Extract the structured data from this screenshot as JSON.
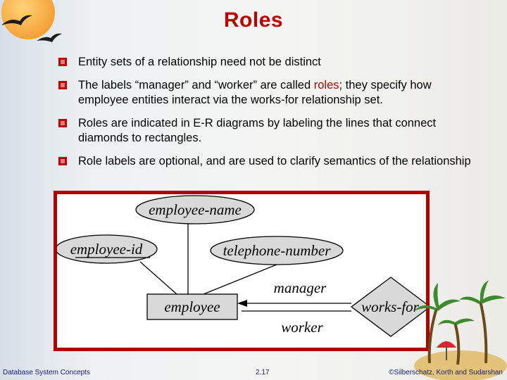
{
  "slide": {
    "title": "Roles",
    "bullets": [
      {
        "text": "Entity sets of a relationship need not be distinct"
      },
      {
        "text_before": "The labels “manager” and “worker” are called ",
        "highlight": "roles",
        "text_after": "; they specify how employee entities interact via the works-for relationship set."
      },
      {
        "text": "Roles are indicated in E-R diagrams by labeling the lines that connect diamonds to rectangles."
      },
      {
        "text": "Role labels are optional, and are used to clarify semantics of the relationship"
      }
    ]
  },
  "diagram": {
    "attributes": {
      "employee_name": "employee-name",
      "employee_id": "employee-id",
      "telephone_number": "telephone-number"
    },
    "entity": "employee",
    "relationship": "works-for",
    "roles": {
      "manager": "manager",
      "worker": "worker"
    }
  },
  "footer": {
    "left": "Database System Concepts",
    "center": "2.17",
    "right": "©Silberschatz, Korth and Sudarshan"
  },
  "colors": {
    "accent": "#c00000",
    "footer_text": "#1a1a80"
  }
}
